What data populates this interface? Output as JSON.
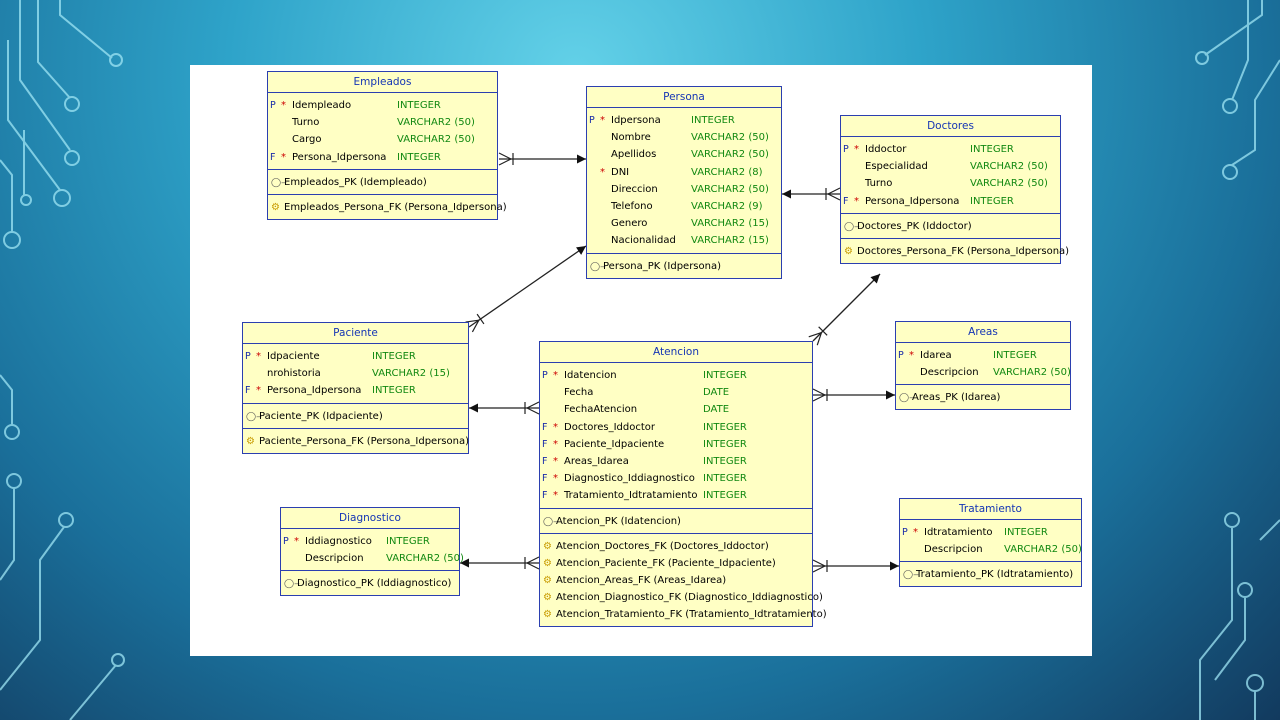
{
  "colors": {
    "header_text": "#1535b5",
    "table_bg": "#ffffc4",
    "border": "#2b3fb0",
    "type_text": "#118811",
    "mandatory": "#cc0000"
  },
  "icons": {
    "pk": "key-icon",
    "fk": "foreign-key-icon"
  },
  "tables": [
    {
      "id": "empleados",
      "title": "Empleados",
      "columns": [
        {
          "key": "P",
          "mand": "*",
          "name": "Idempleado",
          "type": "INTEGER"
        },
        {
          "key": "",
          "mand": "",
          "name": "Turno",
          "type": "VARCHAR2 (50)"
        },
        {
          "key": "",
          "mand": "",
          "name": "Cargo",
          "type": "VARCHAR2 (50)"
        },
        {
          "key": "F",
          "mand": "*",
          "name": "Persona_Idpersona",
          "type": "INTEGER"
        }
      ],
      "pks": [
        "Empleados_PK (Idempleado)"
      ],
      "fks": [
        "Empleados_Persona_FK (Persona_Idpersona)"
      ]
    },
    {
      "id": "persona",
      "title": "Persona",
      "columns": [
        {
          "key": "P",
          "mand": "*",
          "name": "Idpersona",
          "type": "INTEGER"
        },
        {
          "key": "",
          "mand": "",
          "name": "Nombre",
          "type": "VARCHAR2 (50)"
        },
        {
          "key": "",
          "mand": "",
          "name": "Apellidos",
          "type": "VARCHAR2 (50)"
        },
        {
          "key": "",
          "mand": "*",
          "name": "DNI",
          "type": "VARCHAR2 (8)"
        },
        {
          "key": "",
          "mand": "",
          "name": "Direccion",
          "type": "VARCHAR2 (50)"
        },
        {
          "key": "",
          "mand": "",
          "name": "Telefono",
          "type": "VARCHAR2 (9)"
        },
        {
          "key": "",
          "mand": "",
          "name": "Genero",
          "type": "VARCHAR2 (15)"
        },
        {
          "key": "",
          "mand": "",
          "name": "Nacionalidad",
          "type": "VARCHAR2 (15)"
        }
      ],
      "pks": [
        "Persona_PK (Idpersona)"
      ],
      "fks": []
    },
    {
      "id": "doctores",
      "title": "Doctores",
      "columns": [
        {
          "key": "P",
          "mand": "*",
          "name": "Iddoctor",
          "type": "INTEGER"
        },
        {
          "key": "",
          "mand": "",
          "name": "Especialidad",
          "type": "VARCHAR2 (50)"
        },
        {
          "key": "",
          "mand": "",
          "name": "Turno",
          "type": "VARCHAR2 (50)"
        },
        {
          "key": "F",
          "mand": "*",
          "name": "Persona_Idpersona",
          "type": "INTEGER"
        }
      ],
      "pks": [
        "Doctores_PK (Iddoctor)"
      ],
      "fks": [
        "Doctores_Persona_FK (Persona_Idpersona)"
      ]
    },
    {
      "id": "paciente",
      "title": "Paciente",
      "columns": [
        {
          "key": "P",
          "mand": "*",
          "name": "Idpaciente",
          "type": "INTEGER"
        },
        {
          "key": "",
          "mand": "",
          "name": "nrohistoria",
          "type": "VARCHAR2 (15)"
        },
        {
          "key": "F",
          "mand": "*",
          "name": "Persona_Idpersona",
          "type": "INTEGER"
        }
      ],
      "pks": [
        "Paciente_PK (Idpaciente)"
      ],
      "fks": [
        "Paciente_Persona_FK (Persona_Idpersona)"
      ]
    },
    {
      "id": "atencion",
      "title": "Atencion",
      "columns": [
        {
          "key": "P",
          "mand": "*",
          "name": "Idatencion",
          "type": "INTEGER"
        },
        {
          "key": "",
          "mand": "",
          "name": "Fecha",
          "type": "DATE"
        },
        {
          "key": "",
          "mand": "",
          "name": "FechaAtencion",
          "type": "DATE"
        },
        {
          "key": "F",
          "mand": "*",
          "name": "Doctores_Iddoctor",
          "type": "INTEGER"
        },
        {
          "key": "F",
          "mand": "*",
          "name": "Paciente_Idpaciente",
          "type": "INTEGER"
        },
        {
          "key": "F",
          "mand": "*",
          "name": "Areas_Idarea",
          "type": "INTEGER"
        },
        {
          "key": "F",
          "mand": "*",
          "name": "Diagnostico_Iddiagnostico",
          "type": "INTEGER"
        },
        {
          "key": "F",
          "mand": "*",
          "name": "Tratamiento_Idtratamiento",
          "type": "INTEGER"
        }
      ],
      "pks": [
        "Atencion_PK (Idatencion)"
      ],
      "fks": [
        "Atencion_Doctores_FK (Doctores_Iddoctor)",
        "Atencion_Paciente_FK (Paciente_Idpaciente)",
        "Atencion_Areas_FK (Areas_Idarea)",
        "Atencion_Diagnostico_FK (Diagnostico_Iddiagnostico)",
        "Atencion_Tratamiento_FK (Tratamiento_Idtratamiento)"
      ]
    },
    {
      "id": "areas",
      "title": "Areas",
      "columns": [
        {
          "key": "P",
          "mand": "*",
          "name": "Idarea",
          "type": "INTEGER"
        },
        {
          "key": "",
          "mand": "",
          "name": "Descripcion",
          "type": "VARCHAR2 (50)"
        }
      ],
      "pks": [
        "Areas_PK (Idarea)"
      ],
      "fks": []
    },
    {
      "id": "diagnostico",
      "title": "Diagnostico",
      "columns": [
        {
          "key": "P",
          "mand": "*",
          "name": "Iddiagnostico",
          "type": "INTEGER"
        },
        {
          "key": "",
          "mand": "",
          "name": "Descripcion",
          "type": "VARCHAR2 (50)"
        }
      ],
      "pks": [
        "Diagnostico_PK (Iddiagnostico)"
      ],
      "fks": []
    },
    {
      "id": "tratamiento",
      "title": "Tratamiento",
      "columns": [
        {
          "key": "P",
          "mand": "*",
          "name": "Idtratamiento",
          "type": "INTEGER"
        },
        {
          "key": "",
          "mand": "",
          "name": "Descripcion",
          "type": "VARCHAR2 (50)"
        }
      ],
      "pks": [
        "Tratamiento_PK (Idtratamiento)"
      ],
      "fks": []
    }
  ],
  "relationships": [
    {
      "from": "empleados",
      "to": "persona"
    },
    {
      "from": "doctores",
      "to": "persona"
    },
    {
      "from": "paciente",
      "to": "persona"
    },
    {
      "from": "atencion",
      "to": "doctores"
    },
    {
      "from": "atencion",
      "to": "paciente"
    },
    {
      "from": "atencion",
      "to": "areas"
    },
    {
      "from": "atencion",
      "to": "diagnostico"
    },
    {
      "from": "atencion",
      "to": "tratamiento"
    }
  ]
}
